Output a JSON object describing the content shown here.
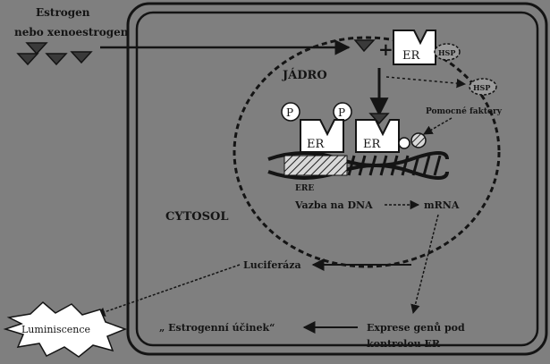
{
  "figure": {
    "ligand_label_line1": "Estrogen",
    "ligand_label_line2": "nebo xenoestrogen",
    "nucleus_label": "JÁDRO",
    "cytosol_label": "CYTOSOL",
    "er_label": "ER",
    "hsp_label": "HSP",
    "phospho_label": "P",
    "plus_sign": "+",
    "cofactors_label": "Pomocné faktory",
    "ere_label": "ERE",
    "dna_binding_label": "Vazba na DNA",
    "mrna_label": "mRNA",
    "luciferase_label": "Luciferáza",
    "luminescence_label": "Luminiscence",
    "estrogen_effects_label": "„ Estrogenní účinek“",
    "gene_expression_line1": "Exprese genů pod",
    "gene_expression_line2": "kontrolou ER"
  },
  "colors": {
    "background": "#7f7f7f",
    "ink": "#141414",
    "white": "#ffffff",
    "ligand": "#3a3a3a"
  }
}
